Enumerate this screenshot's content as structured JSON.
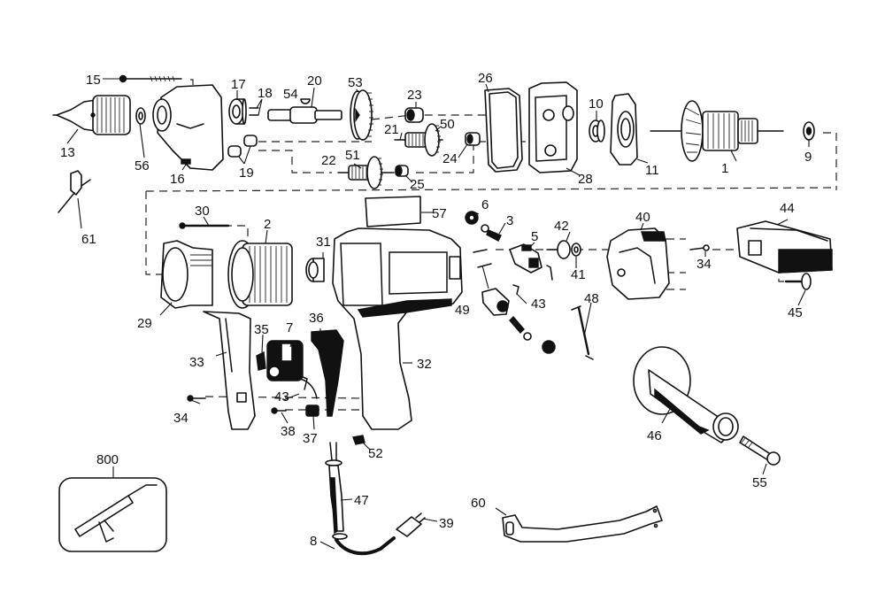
{
  "diagram": {
    "title": "Drill exploded parts view",
    "labels": {
      "p1": "1",
      "p2": "2",
      "p3": "3",
      "p5": "5",
      "p6": "6",
      "p7": "7",
      "p8": "8",
      "p9": "9",
      "p10": "10",
      "p11": "11",
      "p13": "13",
      "p15": "15",
      "p16": "16",
      "p17": "17",
      "p18": "18",
      "p19": "19",
      "p20": "20",
      "p21": "21",
      "p22": "22",
      "p23": "23",
      "p24": "24",
      "p25": "25",
      "p26": "26",
      "p28": "28",
      "p29": "29",
      "p30": "30",
      "p31": "31",
      "p32": "32",
      "p33": "33",
      "p34a": "34",
      "p34b": "34",
      "p35": "35",
      "p36": "36",
      "p37": "37",
      "p38": "38",
      "p39": "39",
      "p40": "40",
      "p41": "41",
      "p42": "42",
      "p43a": "43",
      "p43b": "43",
      "p44": "44",
      "p45": "45",
      "p46": "46",
      "p47": "47",
      "p48": "48",
      "p49": "49",
      "p50": "50",
      "p51": "51",
      "p52": "52",
      "p53": "53",
      "p54": "54",
      "p55": "55",
      "p56": "56",
      "p57": "57",
      "p60": "60",
      "p61": "61",
      "p800": "800"
    }
  }
}
